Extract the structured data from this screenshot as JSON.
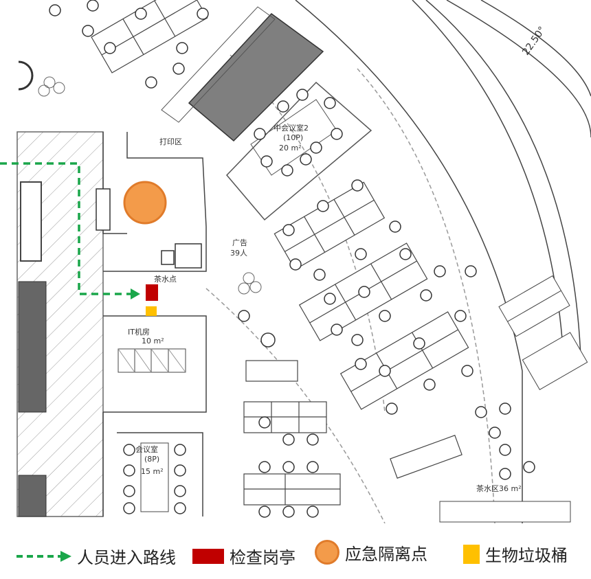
{
  "rooms": {
    "print_area": "打印区",
    "meeting_room_2": {
      "name": "中会议室2",
      "capacity": "(10P)",
      "area": "20 m²"
    },
    "plaza": {
      "name": "广告",
      "people": "39人"
    },
    "tea_point": "茶水点",
    "it_room": {
      "name": "IT机房",
      "area": "10 m²"
    },
    "meeting_room_small": {
      "name": "中会议室",
      "capacity": "(8P)",
      "area": "15 m²"
    },
    "tea_area": "茶水区36 m²",
    "angle": "22.50°"
  },
  "legend": {
    "route": "人员进入路线",
    "checkpoint": "检查岗亭",
    "isolation": "应急隔离点",
    "bin": "生物垃圾桶"
  },
  "colors": {
    "route": "#1aa64a",
    "checkpoint": "#c00000",
    "isolation": "#f39b4a",
    "bin": "#ffc000"
  }
}
